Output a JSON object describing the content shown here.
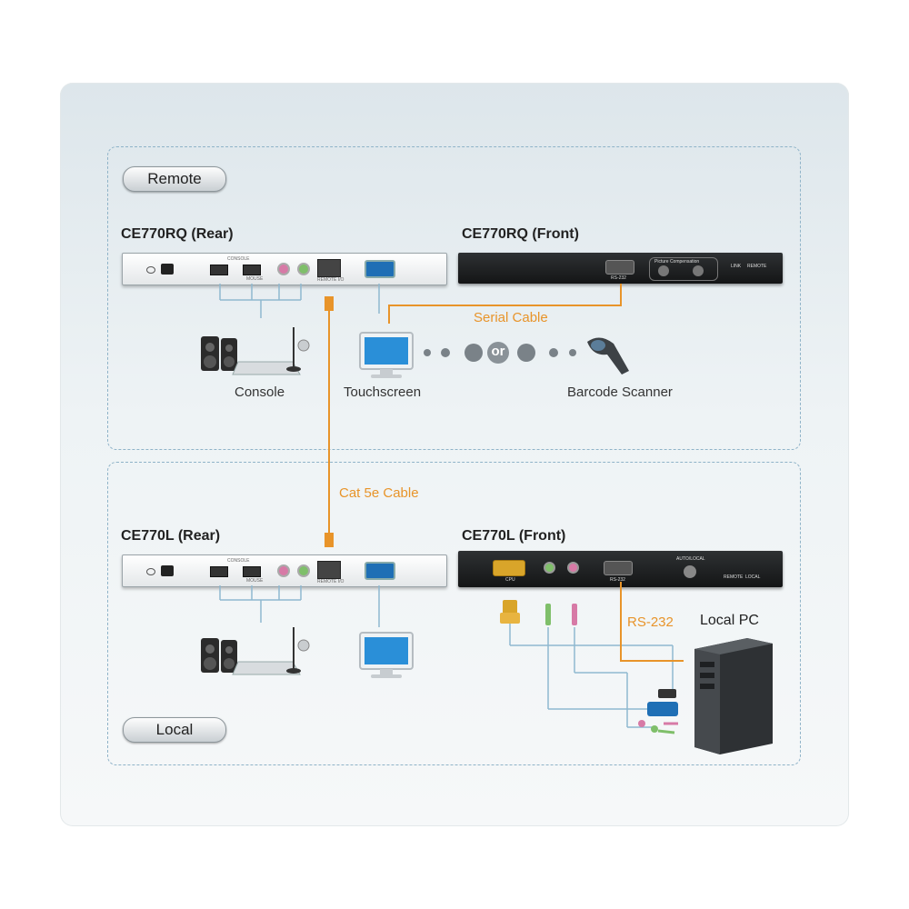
{
  "zones": {
    "remote_label": "Remote",
    "local_label": "Local"
  },
  "devices": {
    "remote_rear": {
      "title": "CE770RQ (Rear)",
      "console_port": "CONSOLE",
      "mouse_port": "MOUSE",
      "remote_io_port": "REMOTE I/O"
    },
    "remote_front": {
      "title": "CE770RQ (Front)",
      "rs232_port": "RS-232",
      "picture_comp": "Picture Compensation",
      "led_a": "LINK",
      "led_b": "REMOTE"
    },
    "local_rear": {
      "title": "CE770L (Rear)",
      "console_port": "CONSOLE",
      "mouse_port": "MOUSE",
      "remote_io_port": "REMOTE I/O"
    },
    "local_front": {
      "title": "CE770L (Front)",
      "cpu_port": "CPU",
      "rs232_port": "RS-232",
      "auto_local": "AUTO/LOCAL",
      "led_a": "REMOTE",
      "led_b": "LOCAL"
    }
  },
  "labels": {
    "console": "Console",
    "touchscreen": "Touchscreen",
    "barcode_scanner": "Barcode Scanner",
    "or": "or",
    "local_pc": "Local PC"
  },
  "cables": {
    "serial": "Serial Cable",
    "cat5e": "Cat 5e Cable",
    "rs232": "RS-232"
  },
  "colors": {
    "cable_orange": "#e8942a",
    "line_blue": "#8fb8d0",
    "zone_border": "#8fb3c8",
    "front_panel": "#1c1e1f"
  }
}
